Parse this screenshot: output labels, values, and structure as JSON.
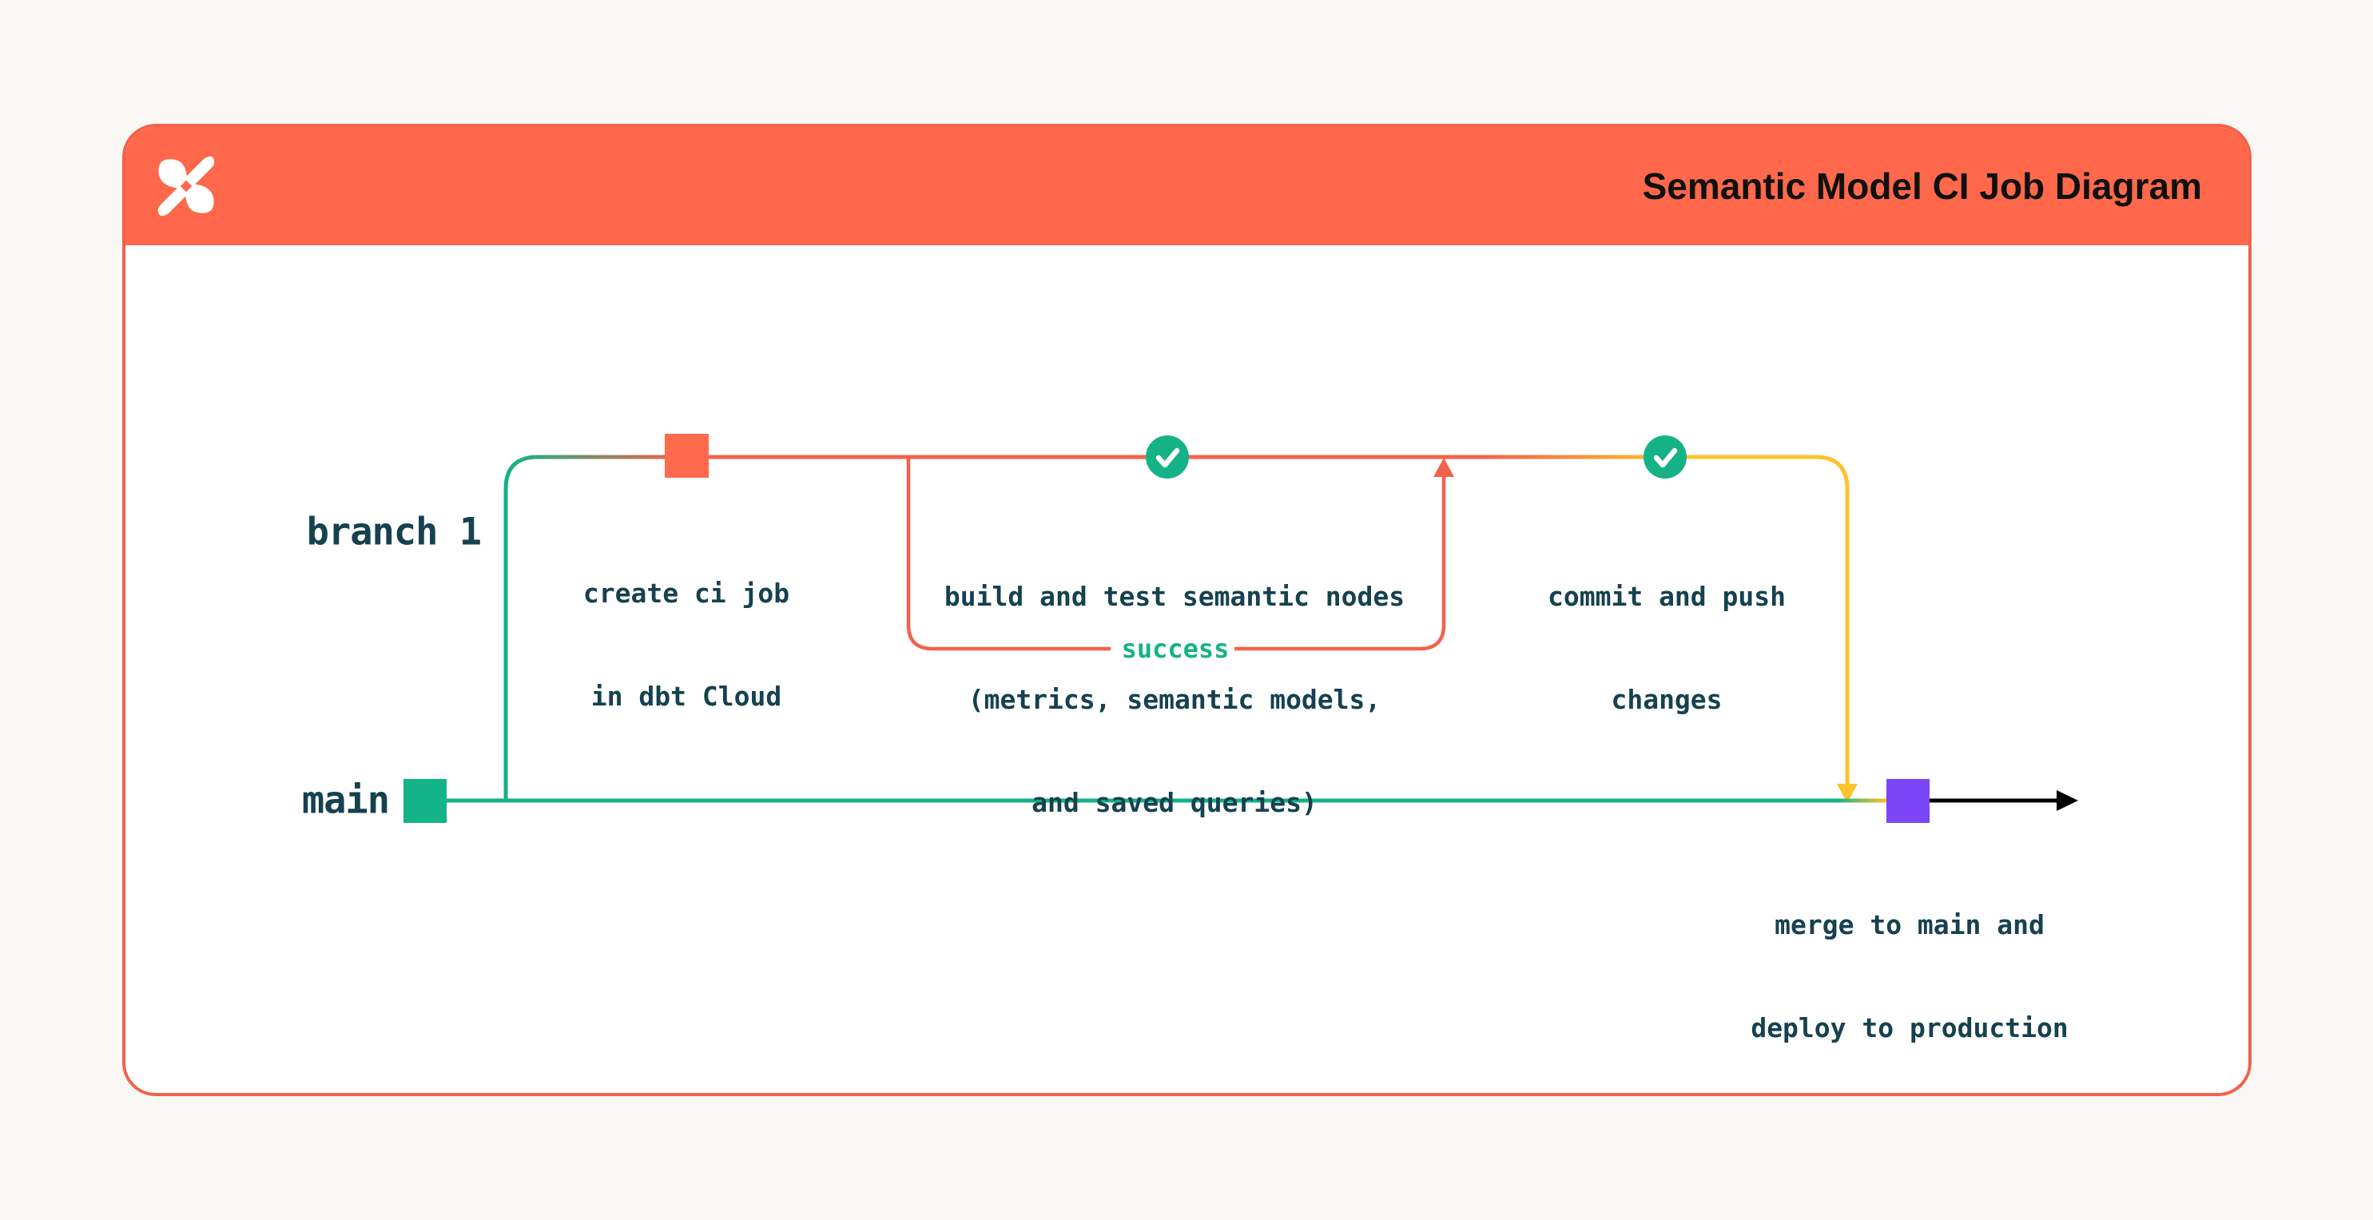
{
  "header": {
    "title": "Semantic Model CI Job Diagram",
    "logo_icon": "dbt-logo-icon"
  },
  "branch_labels": {
    "branch1": "branch 1",
    "main": "main"
  },
  "nodes": [
    {
      "id": "create-ci-job",
      "marker": "orange-square",
      "lines": [
        "create ci job",
        "in dbt Cloud"
      ]
    },
    {
      "id": "build-test-semantic-nodes",
      "marker": "check-circle",
      "lines": [
        "build and test semantic nodes",
        "(metrics, semantic models,",
        "and saved queries)"
      ]
    },
    {
      "id": "commit-push",
      "marker": "check-circle",
      "lines": [
        "commit and push",
        "changes"
      ]
    },
    {
      "id": "merge-deploy",
      "marker": "purple-square",
      "lines": [
        "merge to main and",
        "deploy to production"
      ]
    }
  ],
  "loop": {
    "label": "success"
  },
  "icons": [
    "dbt-logo-icon",
    "check-icon",
    "up-arrowhead-icon",
    "down-arrowhead-icon",
    "right-arrowhead-icon"
  ],
  "colors": {
    "header_orange": "#FF684B",
    "line_orange": "#F4614B",
    "green": "#15B287",
    "yellow": "#FCC32C",
    "purple": "#7C45F5",
    "text_dark": "#16414F",
    "background": "#FAF8F5",
    "title_text": "#101010"
  }
}
